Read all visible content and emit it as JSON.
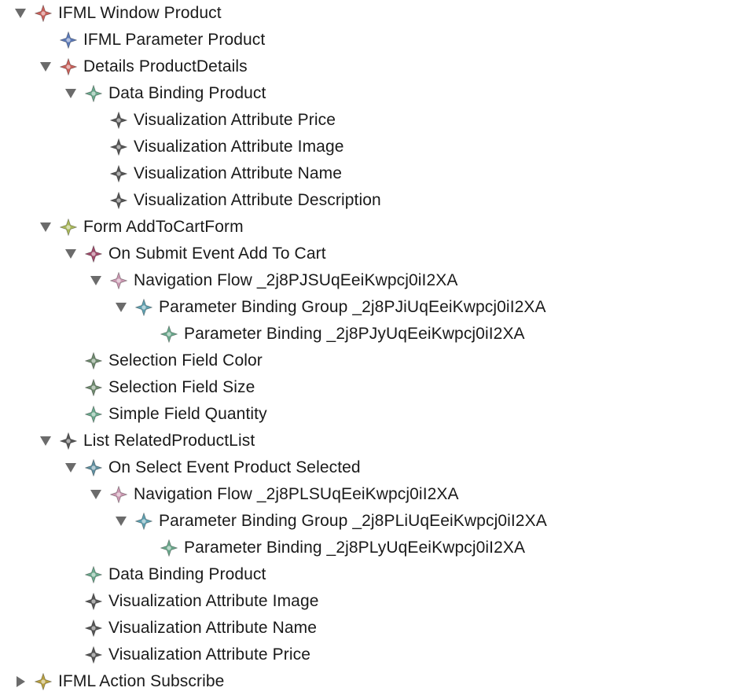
{
  "tree": {
    "nodes": [
      {
        "label": "IFML Window Product",
        "depth": 0,
        "toggle": "expanded",
        "icon": "window-icon",
        "color": "#c9615b"
      },
      {
        "label": "IFML Parameter Product",
        "depth": 1,
        "toggle": "none",
        "icon": "parameter-icon",
        "color": "#5b79b8"
      },
      {
        "label": "Details ProductDetails",
        "depth": 1,
        "toggle": "expanded",
        "icon": "details-icon",
        "color": "#c9615b"
      },
      {
        "label": "Data Binding Product",
        "depth": 2,
        "toggle": "expanded",
        "icon": "data-binding-icon",
        "color": "#6aa88c"
      },
      {
        "label": "Visualization Attribute Price",
        "depth": 3,
        "toggle": "none",
        "icon": "visualization-attribute-icon",
        "color": "#555555"
      },
      {
        "label": "Visualization Attribute Image",
        "depth": 3,
        "toggle": "none",
        "icon": "visualization-attribute-icon",
        "color": "#555555"
      },
      {
        "label": "Visualization Attribute Name",
        "depth": 3,
        "toggle": "none",
        "icon": "visualization-attribute-icon",
        "color": "#555555"
      },
      {
        "label": "Visualization Attribute Description",
        "depth": 3,
        "toggle": "none",
        "icon": "visualization-attribute-icon",
        "color": "#555555"
      },
      {
        "label": "Form AddToCartForm",
        "depth": 1,
        "toggle": "expanded",
        "icon": "form-icon",
        "color": "#a9b85a"
      },
      {
        "label": "On Submit Event Add To Cart",
        "depth": 2,
        "toggle": "expanded",
        "icon": "submit-event-icon",
        "color": "#a04a6a"
      },
      {
        "label": "Navigation Flow _2j8PJSUqEeiKwpcj0iI2XA",
        "depth": 3,
        "toggle": "expanded",
        "icon": "navigation-flow-icon",
        "color": "#c997b0"
      },
      {
        "label": "Parameter Binding Group _2j8PJiUqEeiKwpcj0iI2XA",
        "depth": 4,
        "toggle": "expanded",
        "icon": "parameter-binding-group-icon",
        "color": "#5fa0b0"
      },
      {
        "label": "Parameter Binding _2j8PJyUqEeiKwpcj0iI2XA",
        "depth": 5,
        "toggle": "none",
        "icon": "parameter-binding-icon",
        "color": "#6aa88c"
      },
      {
        "label": "Selection Field Color",
        "depth": 2,
        "toggle": "none",
        "icon": "selection-field-icon",
        "color": "#6e8a6e"
      },
      {
        "label": "Selection Field Size",
        "depth": 2,
        "toggle": "none",
        "icon": "selection-field-icon",
        "color": "#6e8a6e"
      },
      {
        "label": "Simple Field Quantity",
        "depth": 2,
        "toggle": "none",
        "icon": "simple-field-icon",
        "color": "#6aa88c"
      },
      {
        "label": "List RelatedProductList",
        "depth": 1,
        "toggle": "expanded",
        "icon": "list-icon",
        "color": "#555555"
      },
      {
        "label": "On Select Event Product Selected",
        "depth": 2,
        "toggle": "expanded",
        "icon": "select-event-icon",
        "color": "#5f8fa0"
      },
      {
        "label": "Navigation Flow _2j8PLSUqEeiKwpcj0iI2XA",
        "depth": 3,
        "toggle": "expanded",
        "icon": "navigation-flow-icon",
        "color": "#c997b0"
      },
      {
        "label": "Parameter Binding Group _2j8PLiUqEeiKwpcj0iI2XA",
        "depth": 4,
        "toggle": "expanded",
        "icon": "parameter-binding-group-icon",
        "color": "#5fa0b0"
      },
      {
        "label": "Parameter Binding _2j8PLyUqEeiKwpcj0iI2XA",
        "depth": 5,
        "toggle": "none",
        "icon": "parameter-binding-icon",
        "color": "#6aa88c"
      },
      {
        "label": "Data Binding Product",
        "depth": 2,
        "toggle": "none",
        "icon": "data-binding-icon",
        "color": "#6aa88c"
      },
      {
        "label": "Visualization Attribute Image",
        "depth": 2,
        "toggle": "none",
        "icon": "visualization-attribute-icon",
        "color": "#555555"
      },
      {
        "label": "Visualization Attribute Name",
        "depth": 2,
        "toggle": "none",
        "icon": "visualization-attribute-icon",
        "color": "#555555"
      },
      {
        "label": "Visualization Attribute Price",
        "depth": 2,
        "toggle": "none",
        "icon": "visualization-attribute-icon",
        "color": "#555555"
      },
      {
        "label": "IFML Action Subscribe",
        "depth": 0,
        "toggle": "collapsed",
        "icon": "action-icon",
        "color": "#b8a040"
      }
    ]
  }
}
